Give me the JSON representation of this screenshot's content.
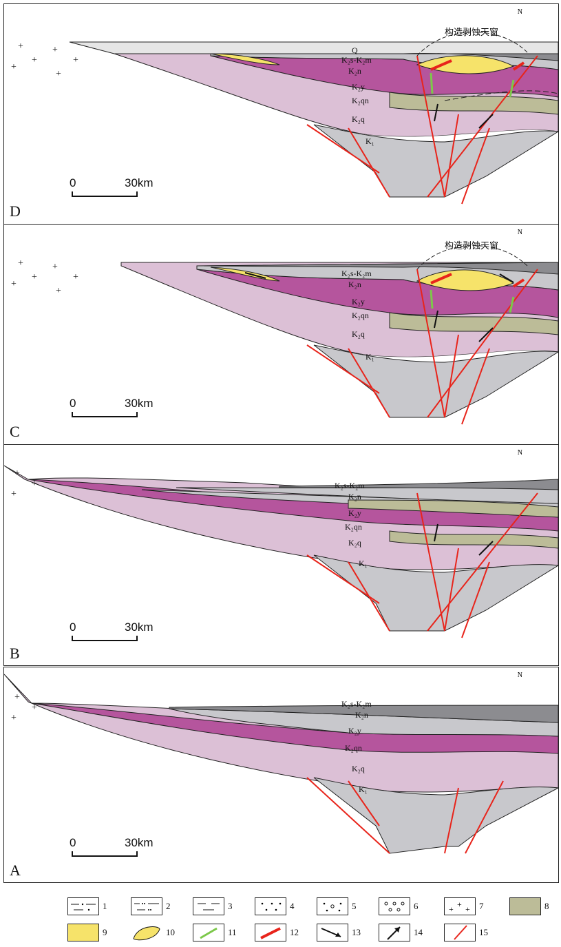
{
  "panels": [
    {
      "id": "D",
      "label": "D",
      "window_label": "构造剥蚀天窗",
      "north": "N",
      "scale": {
        "zero": "0",
        "end": "30km"
      },
      "formations": [
        "Q",
        "K₂s-K₂m",
        "K₂n",
        "K₂y",
        "K₂qn",
        "K₂q",
        "K₁"
      ]
    },
    {
      "id": "C",
      "label": "C",
      "window_label": "构造剥蚀天窗",
      "north": "N",
      "scale": {
        "zero": "0",
        "end": "30km"
      },
      "formations": [
        "K₂s-K₂m",
        "K₂n",
        "K₂y",
        "K₂qn",
        "K₂q",
        "K₁"
      ]
    },
    {
      "id": "B",
      "label": "B",
      "north": "N",
      "scale": {
        "zero": "0",
        "end": "30km"
      },
      "formations": [
        "K₂s-K₂m",
        "K₂n",
        "K₂y",
        "K₂qn",
        "K₂q",
        "K₁"
      ]
    },
    {
      "id": "A",
      "label": "A",
      "north": "N",
      "scale": {
        "zero": "0",
        "end": "30km"
      },
      "formations": [
        "K₂s-K₂m",
        "K₂n",
        "K₂y",
        "K₂qn",
        "K₂q",
        "K₁"
      ]
    }
  ],
  "legend": [
    {
      "num": "1",
      "pattern": "silty-mudstone"
    },
    {
      "num": "2",
      "pattern": "dotted-mudstone"
    },
    {
      "num": "3",
      "pattern": "mudstone"
    },
    {
      "num": "4",
      "pattern": "sandstone"
    },
    {
      "num": "5",
      "pattern": "pebbly-sandstone"
    },
    {
      "num": "6",
      "pattern": "conglomerate"
    },
    {
      "num": "7",
      "pattern": "granite"
    },
    {
      "num": "8",
      "pattern": "olive-sandbody"
    },
    {
      "num": "9",
      "pattern": "yellow-sandbody"
    },
    {
      "num": "10",
      "pattern": "yellow-lens"
    },
    {
      "num": "11",
      "pattern": "green-line"
    },
    {
      "num": "12",
      "pattern": "red-lens"
    },
    {
      "num": "13",
      "pattern": "black-arrow"
    },
    {
      "num": "14",
      "pattern": "up-arrow"
    },
    {
      "num": "15",
      "pattern": "red-fault"
    }
  ],
  "colors": {
    "pink": "#dcc0d6",
    "magenta": "#b5559d",
    "grey": "#c8c8cc",
    "dark": "#8c8c90",
    "olive": "#bcbc98",
    "yellow": "#f6e36a",
    "fault": "#e8241b",
    "green": "#7cc84a"
  }
}
